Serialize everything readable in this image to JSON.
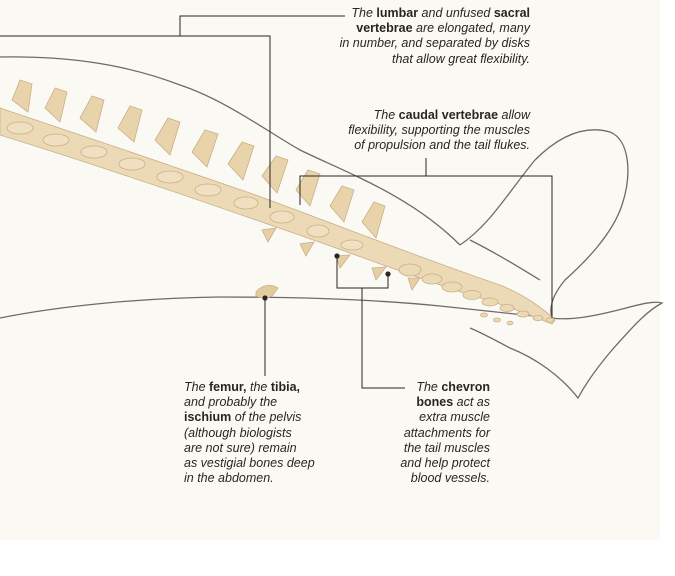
{
  "colors": {
    "background": "#fbf9f4",
    "outline": "#6e6a66",
    "leader": "#2a2522",
    "bone": "#ecd9b5",
    "bone_edge": "#c9b088"
  },
  "labels": {
    "lumbar": {
      "p1": "The ",
      "b1": "lumbar",
      "p2": " and unfused ",
      "b2": "sacral",
      "b3": "vertebrae",
      "p3": " are elongated, many",
      "p4": "in number, and separated by disks",
      "p5": "that allow great flexibility."
    },
    "caudal": {
      "p1": "The ",
      "b1": "caudal vertebrae",
      "p2": " allow",
      "p3": "flexibility, supporting the muscles",
      "p4": "of propulsion and the tail flukes."
    },
    "femur": {
      "p1": "The ",
      "b1": "femur,",
      "p2": " the ",
      "b2": "tibia,",
      "p3": "and probably the",
      "b3": "ischium",
      "p4": " of the pelvis",
      "p5": "(although biologists",
      "p6": "are not sure) remain",
      "p7": "as vestigial bones deep",
      "p8": "in the abdomen."
    },
    "chevron": {
      "p1": "The ",
      "b1": "chevron",
      "b2": "bones",
      "p2": " act as",
      "p3": "extra muscle",
      "p4": "attachments for",
      "p5": "the tail muscles",
      "p6": "and help protect",
      "p7": "blood vessels."
    }
  }
}
